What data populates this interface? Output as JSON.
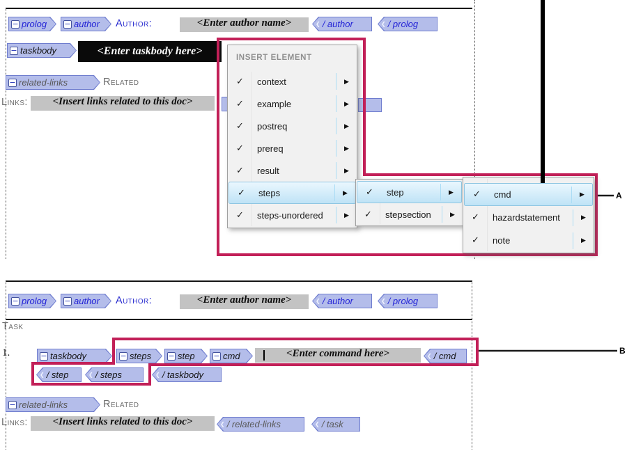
{
  "colors": {
    "annotation_pink": "#c22058",
    "tag_fill": "#b4bdea",
    "tag_border": "#6e7cce",
    "menu_highlight_border": "#8fc6e2",
    "selection_bg": "#0a0a0a",
    "placeholder_bg": "#c3c3c3",
    "connector_black": "#1a1a1a"
  },
  "icons": {
    "collapse": "−",
    "check": "✓",
    "submenu_arrow": "▶",
    "close_chevron": "❮"
  },
  "annotations": {
    "a": "A",
    "b": "B"
  },
  "menu": {
    "title": "INSERT ELEMENT",
    "items": [
      {
        "label": "context"
      },
      {
        "label": "example"
      },
      {
        "label": "postreq"
      },
      {
        "label": "prereq"
      },
      {
        "label": "result"
      },
      {
        "label": "steps",
        "highlighted": true
      },
      {
        "label": "steps-unordered"
      }
    ],
    "submenu_step": [
      {
        "label": "step",
        "highlighted": true
      },
      {
        "label": "stepsection"
      }
    ],
    "submenu_cmd": [
      {
        "label": "cmd",
        "highlighted": true
      },
      {
        "label": "hazardstatement"
      },
      {
        "label": "note"
      }
    ]
  },
  "top": {
    "author_row": {
      "prolog": "prolog",
      "author": "author",
      "head": "Author:",
      "placeholder": "<Enter author name>",
      "close_author": "/ author",
      "close_prolog": "/ prolog"
    },
    "taskbody_row": {
      "taskbody": "taskbody",
      "selected_text": "<Enter taskbody here>"
    },
    "related_row": {
      "related_links": "related-links",
      "head": "Related"
    },
    "links_row": {
      "head": "Links:",
      "placeholder": "<Insert links related to this doc>"
    }
  },
  "bottom": {
    "author_row": {
      "prolog": "prolog",
      "author": "author",
      "head": "Author:",
      "placeholder": "<Enter author name>",
      "close_author": "/ author",
      "close_prolog": "/ prolog"
    },
    "task_head": "Task",
    "step_number": "1.",
    "step_row": {
      "taskbody": "taskbody",
      "steps": "steps",
      "step": "step",
      "cmd": "cmd",
      "placeholder": "<Enter command here>",
      "close_cmd": "/ cmd"
    },
    "close_row": {
      "close_step": "/ step",
      "close_steps": "/ steps",
      "close_taskbody": "/ taskbody"
    },
    "related_row": {
      "related_links": "related-links",
      "head": "Related"
    },
    "links_row": {
      "head": "Links:",
      "placeholder": "<Insert links related to this doc>",
      "close_related_links": "/ related-links",
      "close_task": "/ task"
    }
  }
}
